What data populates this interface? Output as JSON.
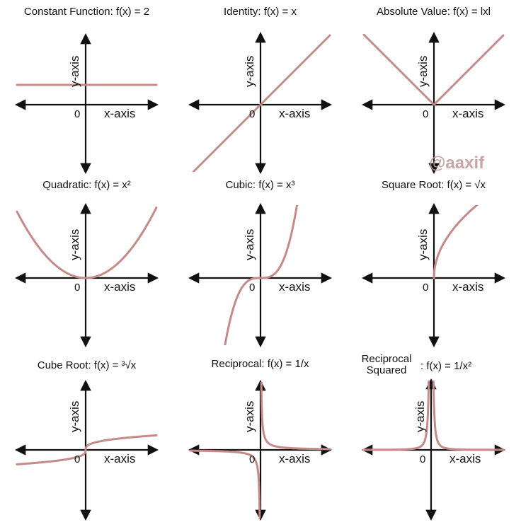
{
  "colors": {
    "curve": "#c48b88",
    "axis": "#111111"
  },
  "watermark": "@aaxif",
  "axis_labels": {
    "x": "x-axis",
    "y": "y-axis",
    "origin": "0"
  },
  "chart_data": [
    {
      "type": "line",
      "title": "Constant Function: f(x) = 2",
      "function": "constant",
      "x": [
        -10,
        10
      ],
      "y": [
        2,
        2
      ],
      "xlim": [
        -10,
        10
      ],
      "ylim": [
        -10,
        10
      ],
      "xlabel": "x-axis",
      "ylabel": "y-axis"
    },
    {
      "type": "line",
      "title": "Identity: f(x) = x",
      "function": "identity",
      "x": [
        -10,
        10
      ],
      "y": [
        -10,
        10
      ],
      "xlim": [
        -10,
        10
      ],
      "ylim": [
        -10,
        10
      ],
      "xlabel": "x-axis",
      "ylabel": "y-axis"
    },
    {
      "type": "line",
      "title": "Absolute Value: f(x) = lxl",
      "function": "absolute",
      "x": [
        -10,
        0,
        10
      ],
      "y": [
        10,
        0,
        10
      ],
      "xlim": [
        -10,
        10
      ],
      "ylim": [
        -10,
        10
      ],
      "xlabel": "x-axis",
      "ylabel": "y-axis"
    },
    {
      "type": "line",
      "title": "Quadratic: f(x) = x²",
      "function": "quadratic",
      "x": [
        -4,
        -3,
        -2,
        -1,
        0,
        1,
        2,
        3,
        4
      ],
      "y": [
        16,
        9,
        4,
        1,
        0,
        1,
        4,
        9,
        16
      ],
      "xlim": [
        -10,
        10
      ],
      "ylim": [
        -10,
        10
      ],
      "xlabel": "x-axis",
      "ylabel": "y-axis"
    },
    {
      "type": "line",
      "title": "Cubic: f(x) = x³",
      "function": "cubic",
      "x": [
        -3,
        -2,
        -1,
        0,
        1,
        2,
        3
      ],
      "y": [
        -27,
        -8,
        -1,
        0,
        1,
        8,
        27
      ],
      "xlim": [
        -10,
        10
      ],
      "ylim": [
        -10,
        10
      ],
      "xlabel": "x-axis",
      "ylabel": "y-axis"
    },
    {
      "type": "line",
      "title": "Square Root: f(x) = √x",
      "function": "sqrt",
      "x": [
        0,
        1,
        4,
        9
      ],
      "y": [
        0,
        1,
        2,
        3
      ],
      "xlim": [
        -10,
        10
      ],
      "ylim": [
        -10,
        10
      ],
      "xlabel": "x-axis",
      "ylabel": "y-axis"
    },
    {
      "type": "line",
      "title": "Cube Root: f(x) = ³√x",
      "function": "cbrt",
      "x": [
        -10,
        -1,
        0,
        1,
        10
      ],
      "y": [
        -2.15,
        -1,
        0,
        1,
        2.15
      ],
      "xlim": [
        -10,
        10
      ],
      "ylim": [
        -10,
        10
      ],
      "xlabel": "x-axis",
      "ylabel": "y-axis"
    },
    {
      "type": "line",
      "title": "Reciprocal: f(x) = 1/x",
      "function": "reciprocal",
      "x": [
        -10,
        -1,
        -0.1,
        0.1,
        1,
        10
      ],
      "y": [
        -0.1,
        -1,
        -10,
        10,
        1,
        0.1
      ],
      "xlim": [
        -10,
        10
      ],
      "ylim": [
        -10,
        10
      ],
      "xlabel": "x-axis",
      "ylabel": "y-axis"
    },
    {
      "type": "line",
      "title_left": "Reciprocal Squared",
      "title_right": ": f(x) = 1/x²",
      "function": "reciprocal_squared",
      "x": [
        -10,
        -1,
        -0.3,
        0.3,
        1,
        10
      ],
      "y": [
        0.01,
        1,
        11.1,
        11.1,
        1,
        0.01
      ],
      "xlim": [
        -10,
        10
      ],
      "ylim": [
        -10,
        10
      ],
      "xlabel": "x-axis",
      "ylabel": "y-axis"
    }
  ]
}
